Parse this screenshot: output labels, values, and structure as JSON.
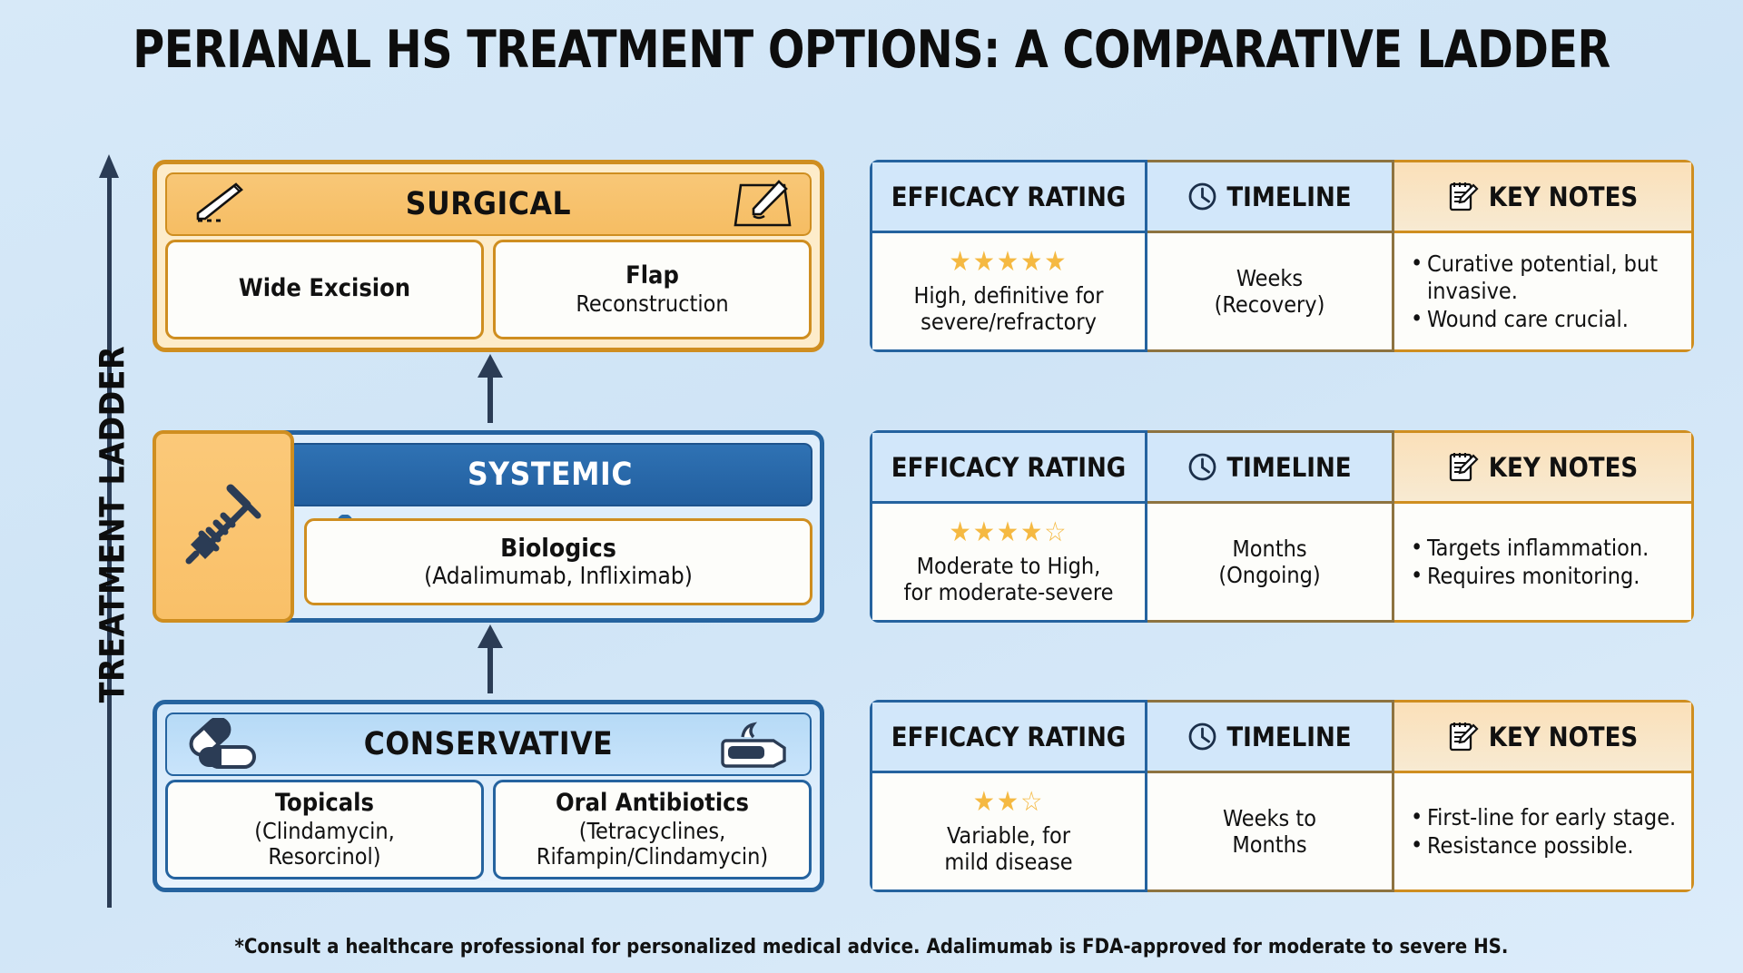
{
  "title": "PERIANAL HS TREATMENT OPTIONS: A COMPARATIVE LADDER",
  "axis": {
    "label": "TREATMENT LADDER",
    "icon": "up-arrow-icon"
  },
  "ladder": {
    "tiers": [
      {
        "key": "surgical",
        "header": "SURGICAL",
        "icon_left": "scalpel-icon",
        "icon_right": "incision-drawing-icon",
        "accent": "#cf8e20",
        "options": [
          {
            "name": "Wide Excision",
            "sub": ""
          },
          {
            "name": "Flap",
            "sub": "Reconstruction"
          }
        ]
      },
      {
        "key": "systemic",
        "header": "SYSTEMIC",
        "icon_panel": "syringe-icon",
        "icon_left": "iv-drip-icon",
        "accent": "#25639f",
        "options": [
          {
            "name": "Biologics",
            "sub": "(Adalimumab, Infliximab)"
          }
        ]
      },
      {
        "key": "conservative",
        "header": "CONSERVATIVE",
        "icon_left": "pill-capsules-icon",
        "icon_right": "ointment-tube-icon",
        "accent": "#25639f",
        "options": [
          {
            "name": "Topicals",
            "sub": "(Clindamycin,\nResorcinol)"
          },
          {
            "name": "Oral Antibiotics",
            "sub": "(Tetracyclines,\nRifampin/Clindamycin)"
          }
        ]
      }
    ]
  },
  "tables": {
    "headers": {
      "efficacy": "EFFICACY RATING",
      "timeline": "TIMELINE",
      "notes": "KEY NOTES",
      "timeline_icon": "clock-icon",
      "notes_icon": "notepad-pencil-icon"
    },
    "rows": [
      {
        "tier": "surgical",
        "stars_filled": 5,
        "stars_total": 5,
        "efficacy_text": "High, definitive for\nsevere/refractory",
        "timeline_text": "Weeks\n(Recovery)",
        "notes": [
          "Curative potential, but invasive.",
          "Wound care crucial."
        ]
      },
      {
        "tier": "systemic",
        "stars_filled": 4,
        "stars_total": 5,
        "efficacy_text": "Moderate to High,\nfor moderate-severe",
        "timeline_text": "Months\n(Ongoing)",
        "notes": [
          "Targets inflammation.",
          "Requires monitoring."
        ]
      },
      {
        "tier": "conservative",
        "stars_filled": 2,
        "stars_total": 3,
        "efficacy_text": "Variable, for\nmild disease",
        "timeline_text": "Weeks to\nMonths",
        "notes": [
          "First-line for early stage.",
          "Resistance possible."
        ]
      }
    ]
  },
  "footer": "*Consult a healthcare professional for personalized medical advice. Adalimumab is FDA-approved for moderate to severe HS.",
  "colors": {
    "background": "#d7e9f8",
    "orange_accent": "#cf8e20",
    "blue_accent": "#25639f",
    "star_gold": "#f5b942",
    "dark_navy": "#2b3c55"
  }
}
